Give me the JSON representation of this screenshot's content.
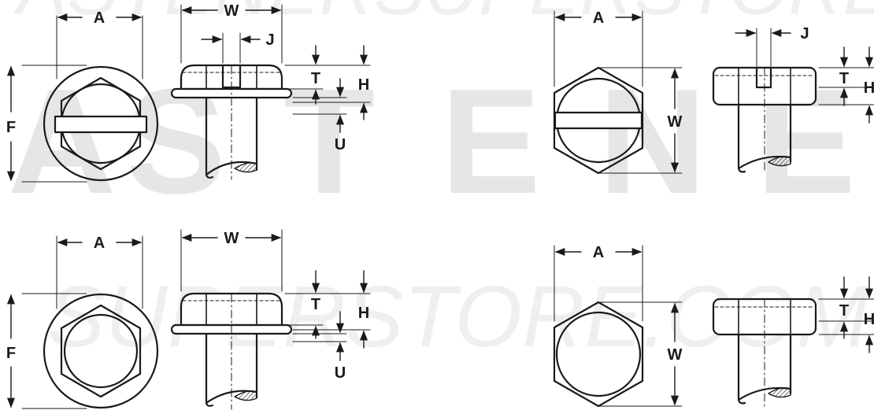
{
  "watermark": {
    "line1": "FASTENERSUPERSTORE.COM",
    "big_letters": [
      "A",
      "S",
      "T",
      "E",
      "N",
      "E"
    ],
    "line3": "SUPERSTORE.COM"
  },
  "views": {
    "slotted_flange": {
      "top": {
        "A": "A",
        "F": "F"
      },
      "side": {
        "W": "W",
        "J": "J",
        "T": "T",
        "H": "H",
        "U": "U"
      }
    },
    "slotted_plain": {
      "top": {
        "A": "A",
        "W": "W"
      },
      "side": {
        "J": "J",
        "T": "T",
        "H": "H"
      }
    },
    "flange": {
      "top": {
        "A": "A",
        "F": "F"
      },
      "side": {
        "W": "W",
        "T": "T",
        "H": "H",
        "U": "U"
      }
    },
    "plain": {
      "top": {
        "A": "A",
        "W": "W"
      },
      "side": {
        "T": "T",
        "H": "H"
      }
    }
  },
  "colors": {
    "ink": "#1a1a1a",
    "watermark": "#e6e6e6"
  }
}
